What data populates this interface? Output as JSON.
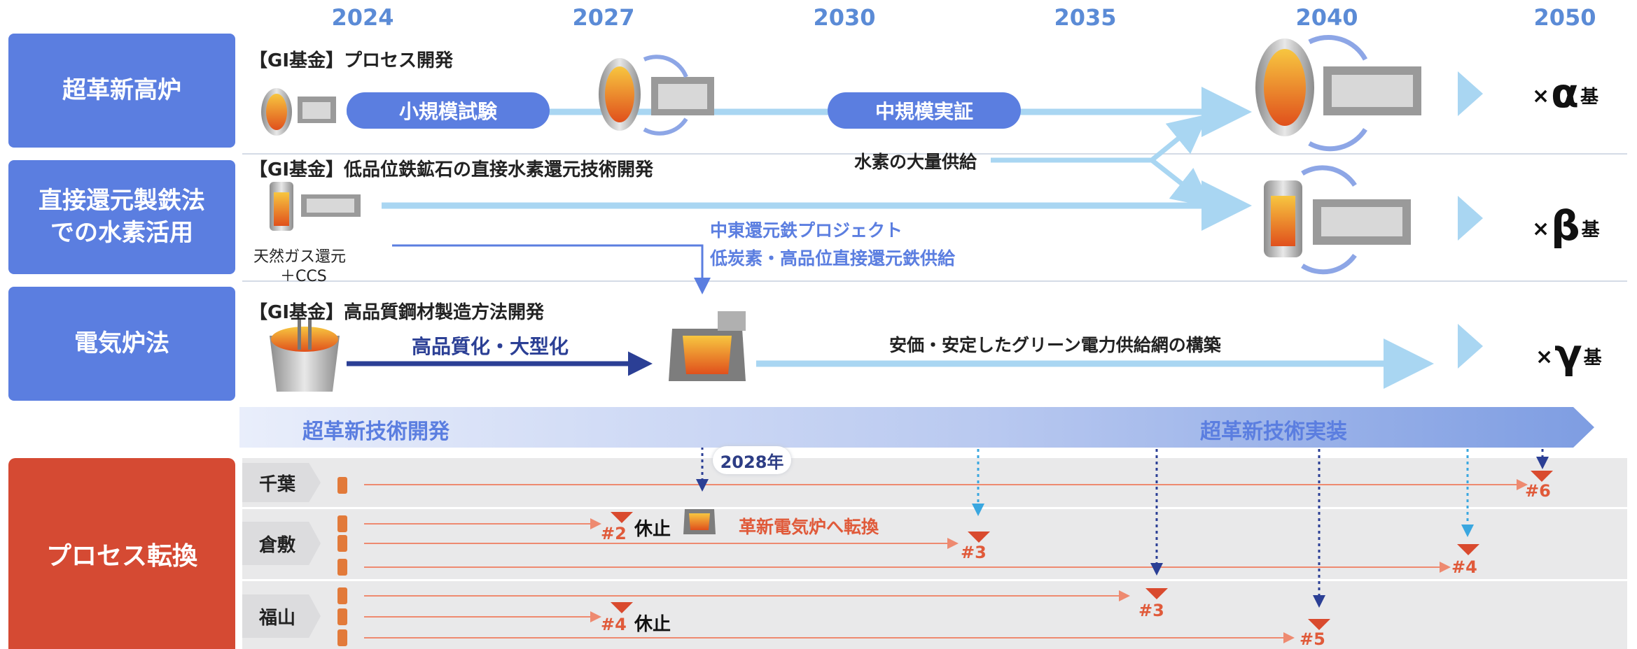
{
  "years": [
    "2024",
    "2027",
    "2030",
    "2035",
    "2040",
    "2050"
  ],
  "rows": {
    "blast": {
      "label": "超革新高炉",
      "title": "【GI基金】プロセス開発",
      "pill1": "小規模試験",
      "pill2": "中規模実証",
      "hydrogen_note": "水素の大量供給",
      "multiplier": {
        "prefix": "×",
        "greek": "α",
        "suffix": "基"
      }
    },
    "dri": {
      "label": "直接還元製鉄法\nでの水素活用",
      "title": "【GI基金】低品位鉄鉱石の直接水素還元技術開発",
      "gas_note_1": "天然ガス還元",
      "gas_note_2": "＋CCS",
      "mideast_1": "中東還元鉄プロジェクト",
      "mideast_2": "低炭素・高品位直接還元鉄供給",
      "multiplier": {
        "prefix": "×",
        "greek": "β",
        "suffix": "基"
      }
    },
    "eaf": {
      "label": "電気炉法",
      "title": "【GI基金】高品質鋼材製造方法開発",
      "arrow_label": "高品質化・大型化",
      "grid_note": "安価・安定したグリーン電力供給網の構築",
      "multiplier": {
        "prefix": "×",
        "greek": "γ",
        "suffix": "基"
      }
    }
  },
  "band": {
    "left": "超革新技術開発",
    "right": "超革新技術実装"
  },
  "process": {
    "label": "プロセス転換",
    "year_badge": "2028年",
    "sites": [
      {
        "name": "千葉",
        "units": [
          "#6"
        ]
      },
      {
        "name": "倉敷",
        "units": [
          "#2",
          "#3",
          "#4"
        ],
        "stop": "休止",
        "convert": "革新電気炉へ転換"
      },
      {
        "name": "福山",
        "units": [
          "#3",
          "#4",
          "#5"
        ],
        "stop": "休止"
      }
    ]
  },
  "colors": {
    "primary": "#5b7ee0",
    "process": "#d54a33",
    "unit": "#e05a3a",
    "arrow": "#a9d6f2",
    "dark_arrow": "#2b3f95"
  }
}
